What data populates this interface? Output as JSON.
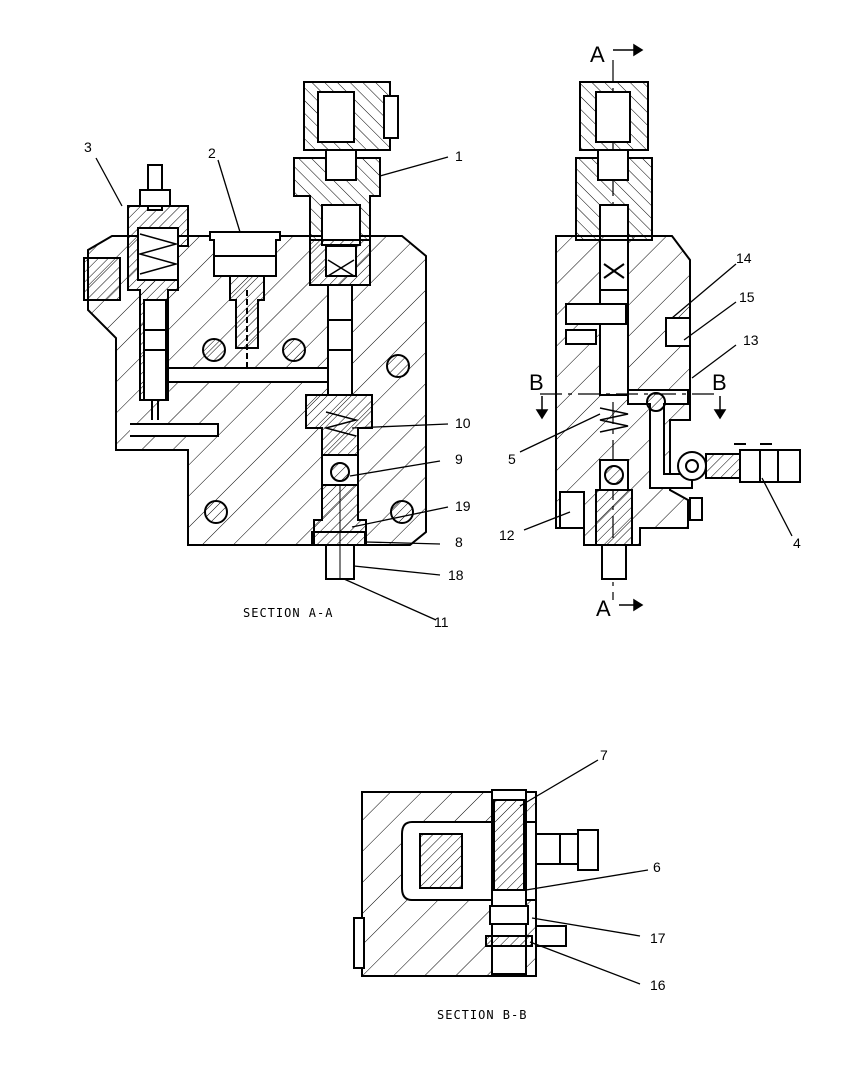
{
  "captions": {
    "section_aa": "SECTION A-A",
    "section_bb": "SECTION B-B"
  },
  "section_markers": {
    "a": "A",
    "b": "B"
  },
  "callouts": {
    "c1": "1",
    "c2": "2",
    "c3": "3",
    "c4": "4",
    "c5": "5",
    "c6": "6",
    "c7": "7",
    "c8": "8",
    "c9": "9",
    "c10": "10",
    "c11": "11",
    "c12": "12",
    "c13": "13",
    "c14": "14",
    "c15": "15",
    "c16": "16",
    "c17": "17",
    "c18": "18",
    "c19": "19"
  }
}
